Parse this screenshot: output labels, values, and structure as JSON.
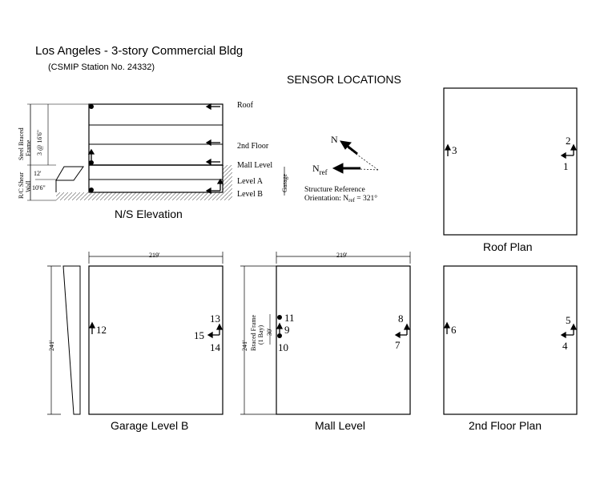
{
  "header": {
    "title": "Los Angeles - 3-story Commercial Bldg",
    "subtitle": "(CSMIP Station No. 24332)",
    "heading": "SENSOR LOCATIONS"
  },
  "elevation": {
    "caption": "N/S Elevation",
    "floors": [
      "Roof",
      "2nd Floor",
      "Mall Level",
      "Level A",
      "Level B"
    ],
    "garage_label": "Garage",
    "steel_frame_label": [
      "Steel Braced",
      "Frame"
    ],
    "steel_frame_dim": "3 @ 16'6\"",
    "shear_wall_label": [
      "R/C Shear",
      "Wall"
    ],
    "dim_12": "12'",
    "dim_10_6": "10'6\""
  },
  "orientation": {
    "north_label": "N",
    "nref_label": "N",
    "nref_sub": "ref",
    "line1": "Structure Reference",
    "line2_prefix": "Orientation: N",
    "line2_sub": "ref",
    "line2_suffix": " = 321°"
  },
  "plans": {
    "roof": {
      "caption": "Roof Plan",
      "sensors": [
        "1",
        "2",
        "3"
      ]
    },
    "second_floor": {
      "caption": "2nd Floor Plan",
      "sensors": [
        "4",
        "5",
        "6"
      ]
    },
    "garage": {
      "caption": "Garage Level B",
      "sensors": [
        "12",
        "13",
        "14",
        "15"
      ],
      "dim_width": "219'",
      "dim_depth": "241'"
    },
    "mall": {
      "caption": "Mall Level",
      "sensors": [
        "7",
        "8",
        "9",
        "10",
        "11"
      ],
      "dim_width": "219'",
      "dim_depth": "241'",
      "bay_label": [
        "Braced Frame",
        "(1 Bay)"
      ],
      "bay_dim": "30'"
    }
  }
}
